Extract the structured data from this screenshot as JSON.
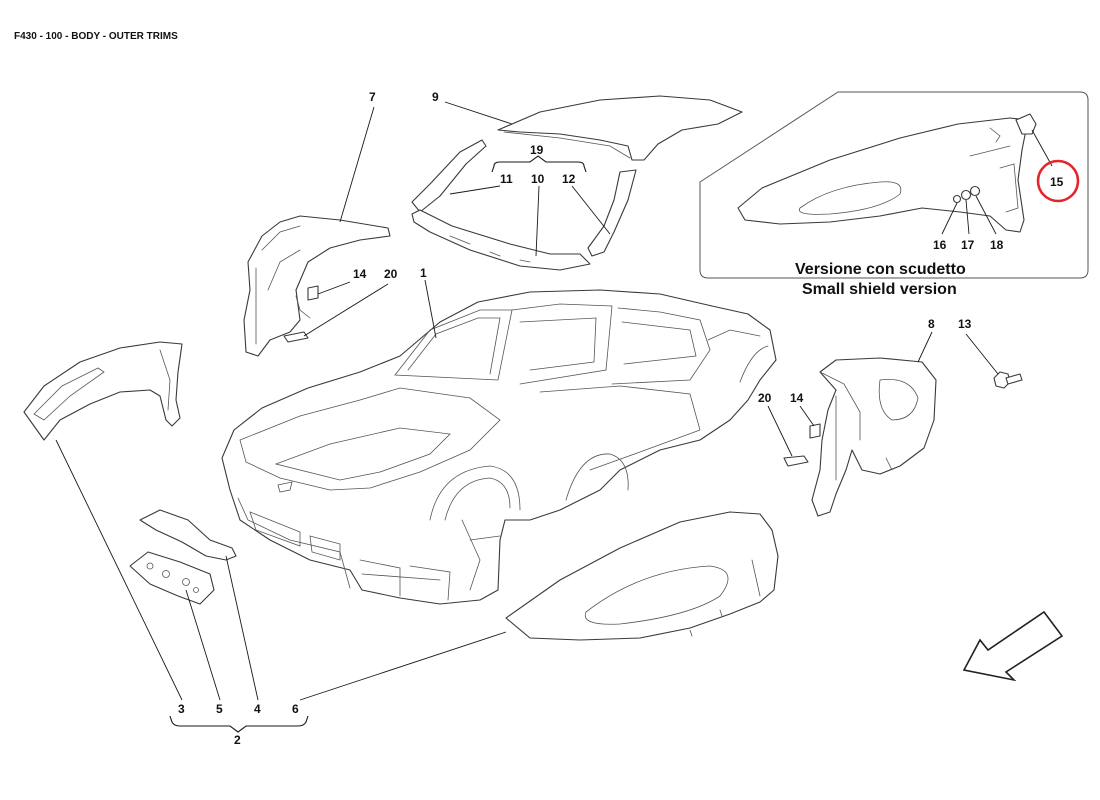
{
  "header": {
    "title": "F430 - 100 - BODY - OUTER TRIMS"
  },
  "inset": {
    "caption_line1": "Versione con scudetto",
    "caption_line2": "Small shield version"
  },
  "highlight": {
    "part_number": "15",
    "color": "#e3262e"
  },
  "callouts": {
    "p1": "1",
    "p2": "2",
    "p3": "3",
    "p4": "4",
    "p5": "5",
    "p6": "6",
    "p7": "7",
    "p8": "8",
    "p9": "9",
    "p10": "10",
    "p11": "11",
    "p12": "12",
    "p13": "13",
    "p14_left": "14",
    "p14_right": "14",
    "p15": "15",
    "p16": "16",
    "p17": "17",
    "p18": "18",
    "p19": "19",
    "p20_left": "20",
    "p20_right": "20"
  }
}
